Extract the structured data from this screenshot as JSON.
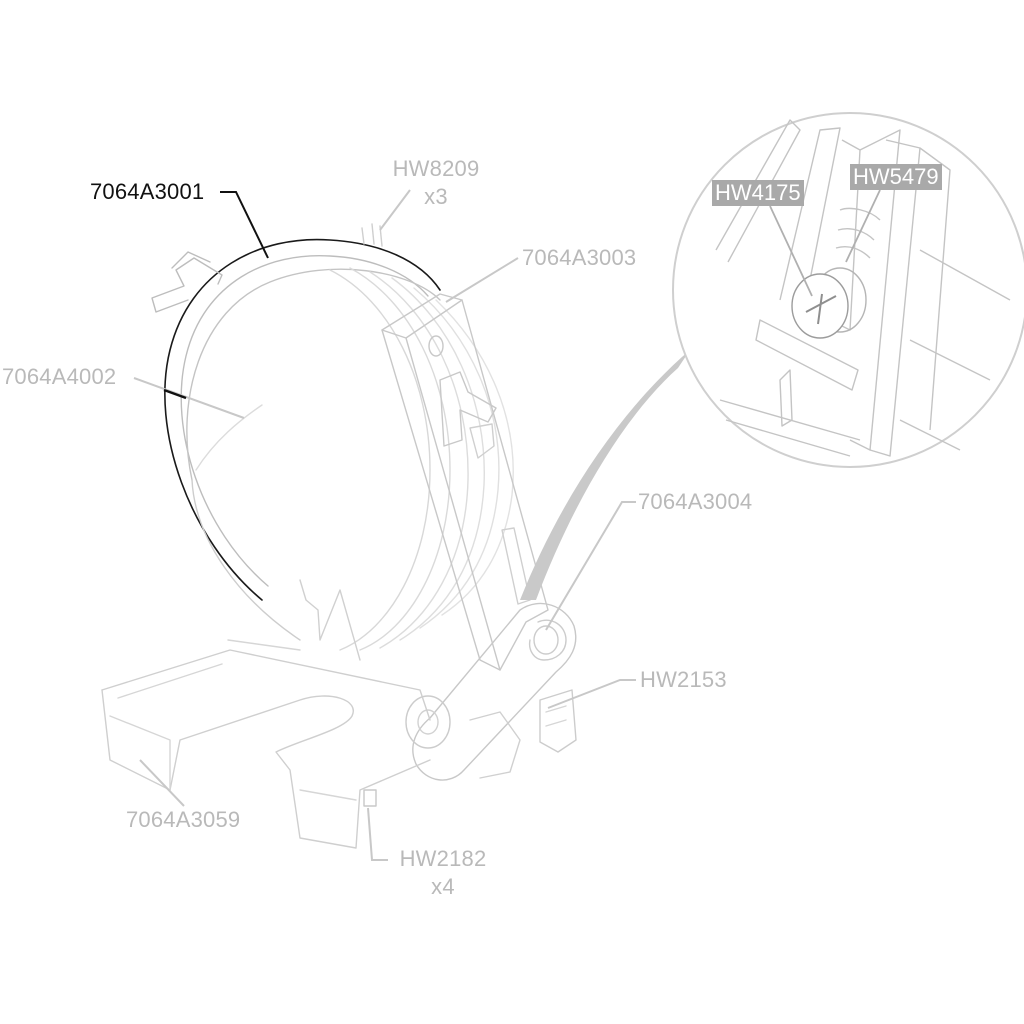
{
  "labels": {
    "main_part": "7064A3001",
    "screws_top": "HW8209",
    "screws_top_qty": "x3",
    "arm": "7064A3003",
    "lens": "7064A4002",
    "link": "7064A3004",
    "pivot": "HW2153",
    "base": "7064A3059",
    "clips": "HW2182",
    "clips_qty": "x4"
  },
  "detail": {
    "screw": "HW4175",
    "spring": "HW5479"
  },
  "colors": {
    "active": "#111111",
    "inactive": "#b9b9b9",
    "tag_bg": "#a9a9a9",
    "line": "#c8c8c8"
  }
}
